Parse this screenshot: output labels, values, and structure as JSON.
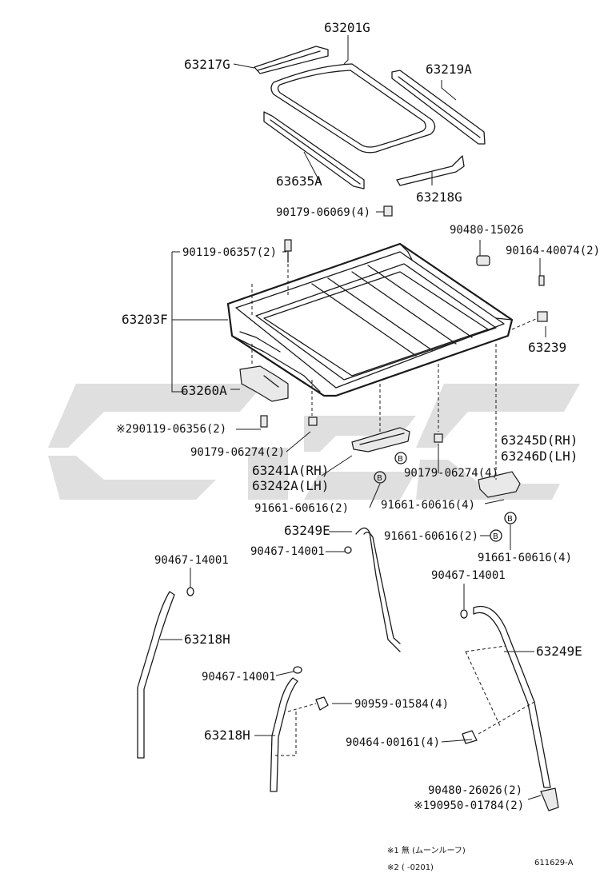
{
  "labels": {
    "p63201G": "63201G",
    "p63217G": "63217G",
    "p63219A": "63219A",
    "p63635A": "63635A",
    "p63218G": "63218G",
    "p90179_06069": "90179-06069(4)",
    "p90480_15026": "90480-15026",
    "p90119_06357": "90119-06357(2)",
    "p90164_40074": "90164-40074(2)",
    "p63203F": "63203F",
    "p63239": "63239",
    "p63260A": "63260A",
    "p90119_06356": "※290119-06356(2)",
    "p90179_06274_a": "90179-06274(2)",
    "p63241A": "63241A(RH)",
    "p63242A": "63242A(LH)",
    "p90179_06274_b": "90179-06274(4)",
    "p63245D": "63245D(RH)",
    "p63246D": "63246D(LH)",
    "p91661_a": "91661-60616(2)",
    "p91661_b": "91661-60616(4)",
    "p91661_c": "91661-60616(2)",
    "p91661_d": "91661-60616(4)",
    "p63249E_a": "63249E",
    "p90467_a": "90467-14001",
    "p90467_b": "90467-14001",
    "p90467_c": "90467-14001",
    "p90467_d": "90467-14001",
    "p63218H_a": "63218H",
    "p63218H_b": "63218H",
    "p63249E_b": "63249E",
    "p90959": "90959-01584(4)",
    "p90464": "90464-00161(4)",
    "p90480_26026": "90480-26026(2)",
    "p90950": "※190950-01784(2)"
  },
  "footnotes": {
    "note1": "※1 無 (ムーンルーフ)",
    "note2": "※2 (     -0201)"
  },
  "figure_code": "611629-A",
  "marker_letter": "B",
  "colors": {
    "line": "#1a1a1a",
    "watermark": "#d9d9d9",
    "background": "#ffffff"
  }
}
